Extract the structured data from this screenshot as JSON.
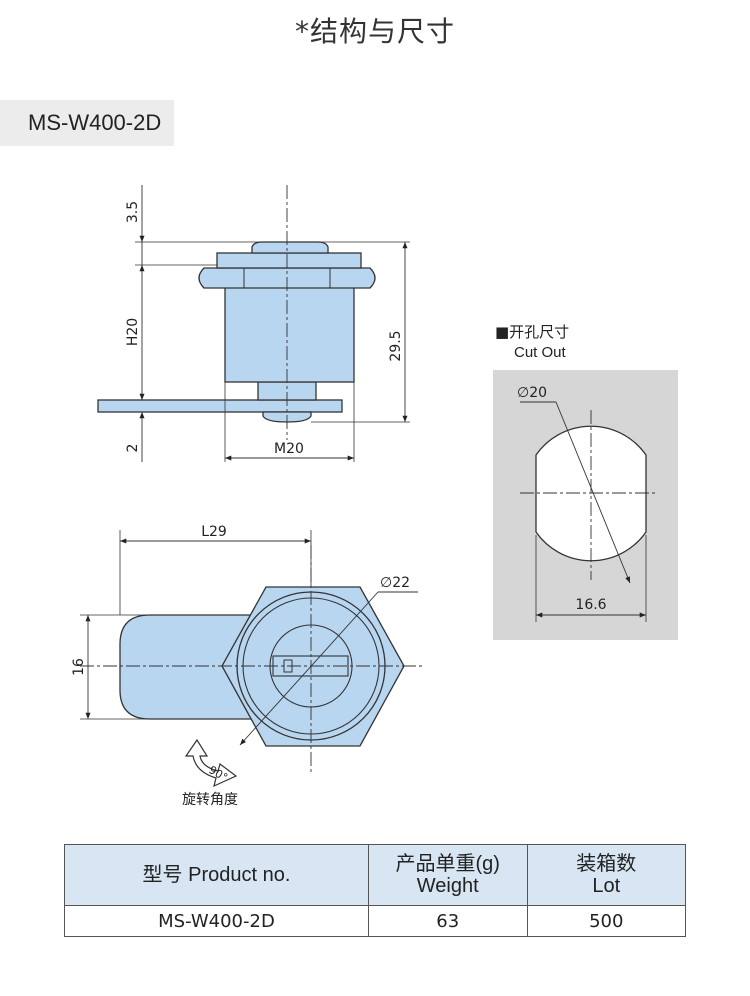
{
  "page": {
    "title": "*结构与尺寸",
    "model": "MS-W400-2D"
  },
  "dimensions": {
    "top_clearance": "3.5",
    "height": "H20",
    "bottom_thickness": "2",
    "total_height": "29.5",
    "thread": "M20",
    "lever_length": "L29",
    "diameter": "∅22",
    "lever_width": "16",
    "rotation": "90°",
    "rotation_label": "旋转角度"
  },
  "cutout": {
    "label_cn": "■开孔尺寸",
    "label_en": "Cut Out",
    "diameter": "∅20",
    "width": "16.6"
  },
  "colors": {
    "part_fill": "#b9d6f0",
    "part_stroke": "#333333",
    "cutout_bg": "#d6d6d6",
    "table_header": "#d7e6f2"
  },
  "table": {
    "headers": [
      {
        "line1": "型号 Product no.",
        "line2": ""
      },
      {
        "line1": "产品单重(g)",
        "line2": "Weight"
      },
      {
        "line1": "装箱数",
        "line2": "Lot"
      }
    ],
    "rows": [
      [
        "MS-W400-2D",
        "63",
        "500"
      ]
    ]
  }
}
